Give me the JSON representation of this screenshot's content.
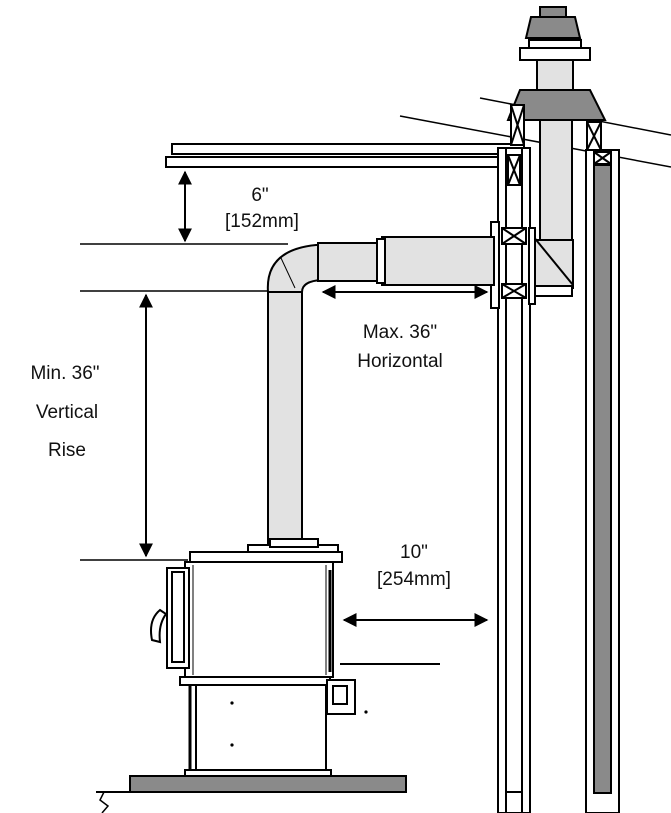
{
  "labels": {
    "ceiling_clearance": "6\"",
    "ceiling_clearance_metric": "[152mm]",
    "horizontal_max": "Max. 36\"",
    "horizontal_word": "Horizontal",
    "vertical_min": "Min. 36\"",
    "vertical_word": "Vertical",
    "rise_word": "Rise",
    "wall_clearance": "10\"",
    "wall_clearance_metric": "[254mm]"
  },
  "colors": {
    "line": "#000000",
    "pipe_fill": "#e2e2e2",
    "dark_fill": "#8a8a8a",
    "wall_fill": "#ffffff"
  }
}
